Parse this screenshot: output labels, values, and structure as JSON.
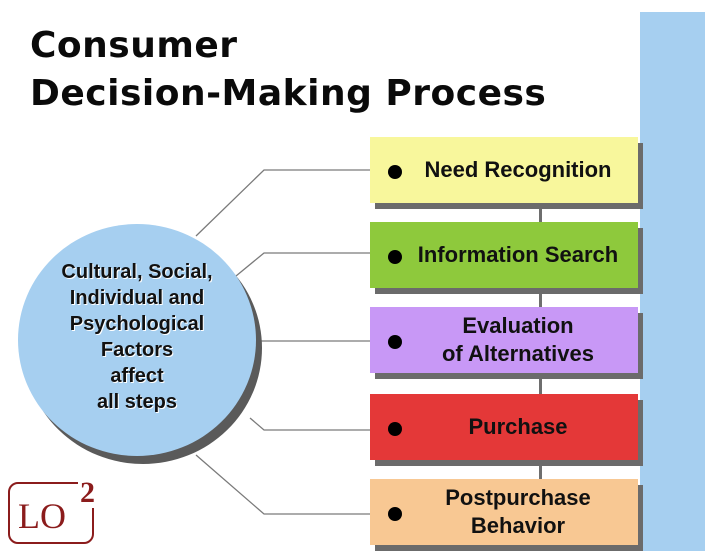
{
  "title": {
    "line1": "Consumer",
    "line2": "Decision-Making Process"
  },
  "factors": {
    "lines": [
      "Cultural, Social,",
      "Individual and",
      "Psychological",
      "Factors",
      "affect",
      "all steps"
    ]
  },
  "steps": [
    {
      "lines": [
        "Need Recognition"
      ],
      "color": "#f8f79c"
    },
    {
      "lines": [
        "Information Search"
      ],
      "color": "#8ec93c"
    },
    {
      "lines": [
        "Evaluation",
        "of Alternatives"
      ],
      "color": "#c898f6"
    },
    {
      "lines": [
        "Purchase"
      ],
      "color": "#e43838"
    },
    {
      "lines": [
        "Postpurchase",
        "Behavior"
      ],
      "color": "#f8c893"
    }
  ],
  "logo": {
    "text": "LO",
    "superscript": "2",
    "color": "#8b1c1c"
  },
  "colors": {
    "panel": "#a6cff0",
    "connector": "#7a7a7a"
  }
}
